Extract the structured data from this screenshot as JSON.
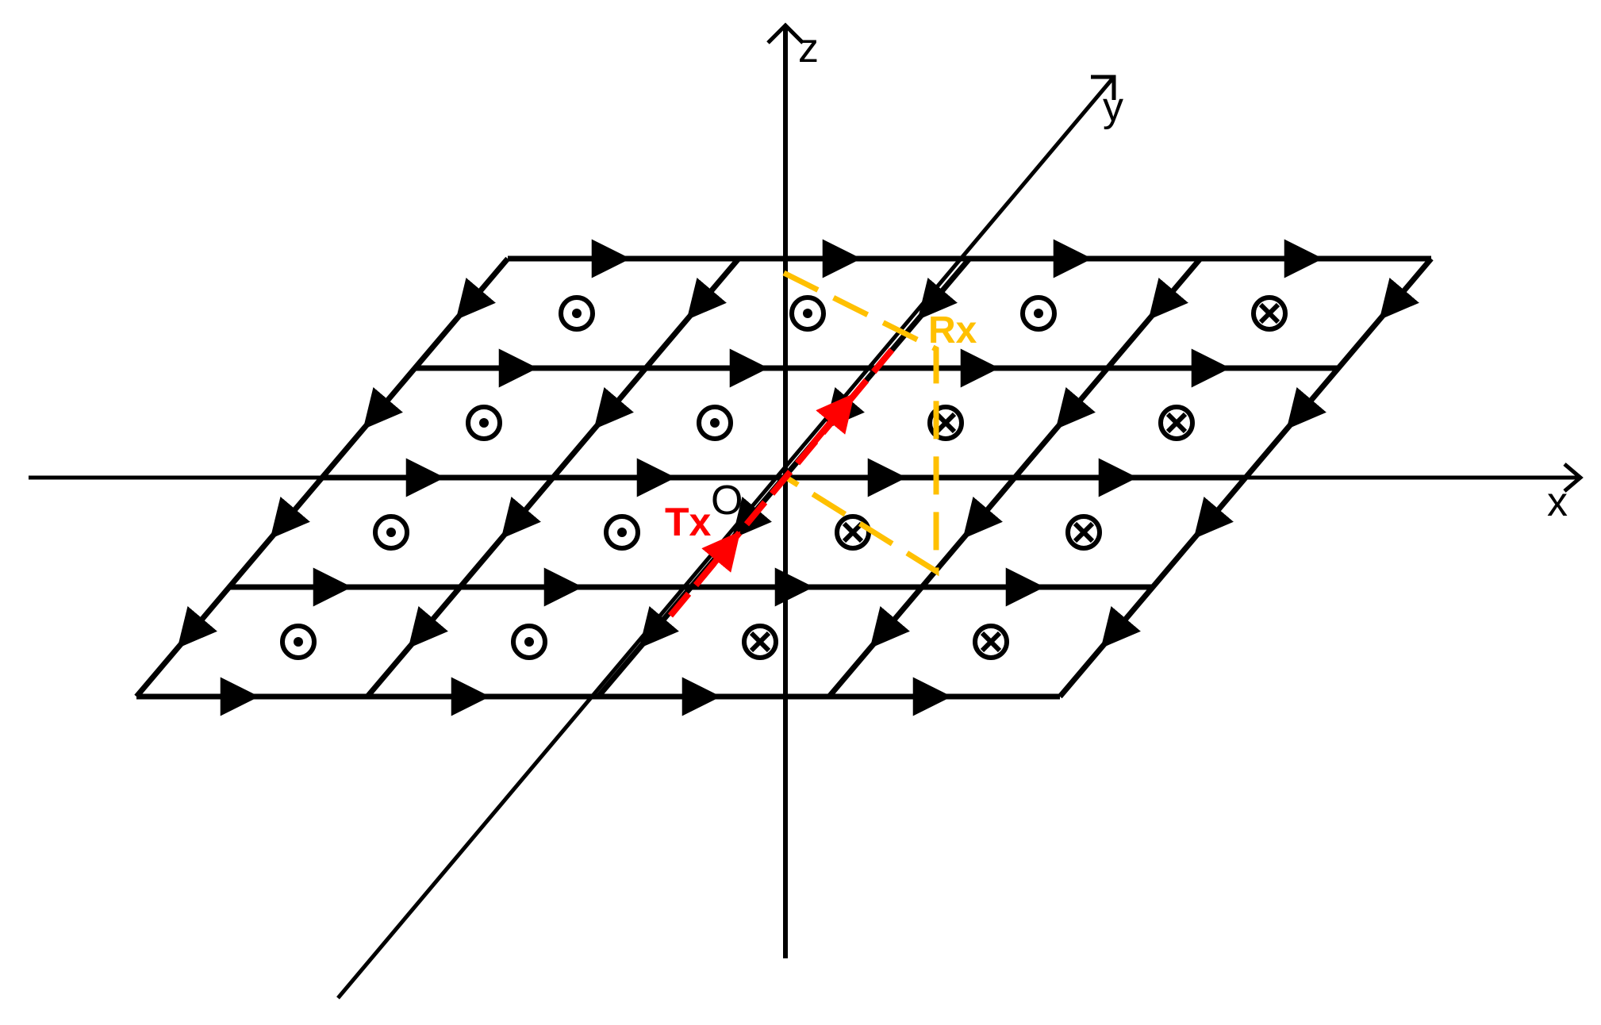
{
  "labels": {
    "x_axis": "x",
    "y_axis": "y",
    "z_axis": "z",
    "origin": "O",
    "transmitter": "Tx",
    "receiver": "Rx"
  },
  "colors": {
    "grid": "#000000",
    "transmitter": "#ff0000",
    "receiver": "#ffc000"
  },
  "grid": {
    "columns": 4,
    "rows": 4,
    "cell_flux": [
      [
        "out",
        "out",
        "in",
        "in"
      ],
      [
        "out",
        "out",
        "in",
        "in"
      ],
      [
        "out",
        "out",
        "in",
        "in"
      ],
      [
        "out",
        "out",
        "out",
        "in"
      ]
    ]
  },
  "symbols": {
    "out_of_page": "dot-circle-icon",
    "into_page": "cross-circle-icon"
  }
}
